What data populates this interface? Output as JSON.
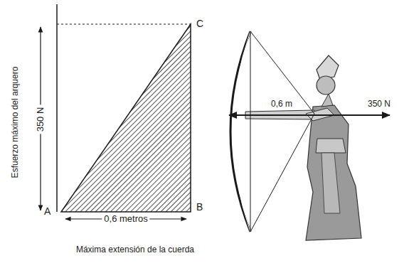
{
  "diagram": {
    "labels": [
      "C",
      "350 N",
      "Esfuerzo máximo del arquero",
      "A",
      "0,6 metros",
      "B",
      "Máxima extensión de la cuerda",
      "0,6 m",
      "350 N"
    ]
  }
}
